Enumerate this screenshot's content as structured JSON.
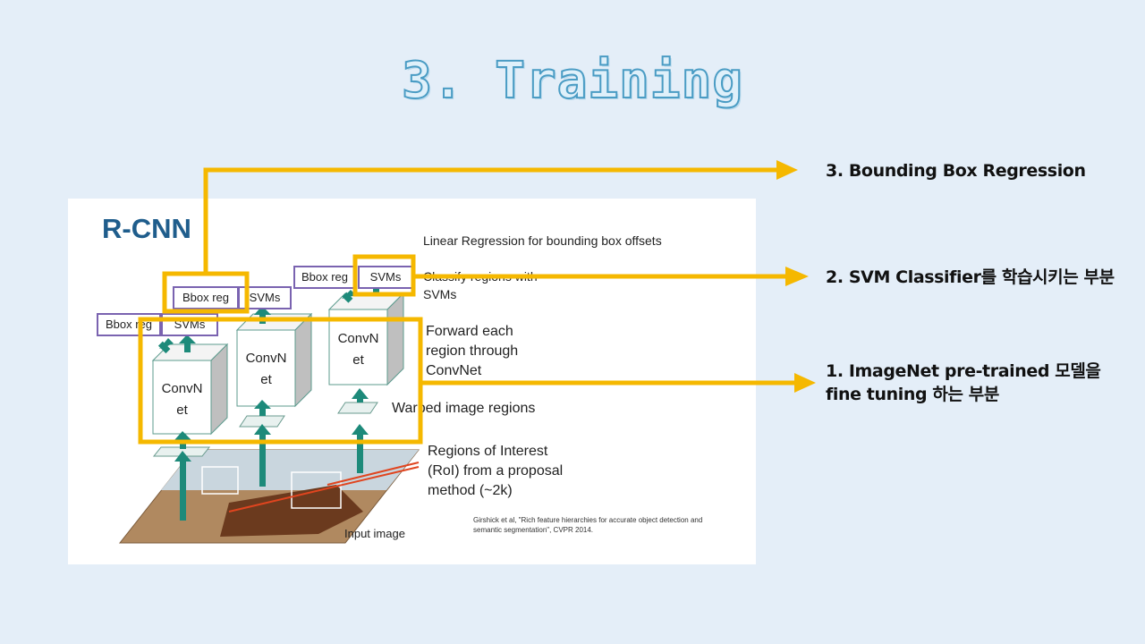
{
  "slide": {
    "title": "3. Training"
  },
  "figure": {
    "title": "R-CNN",
    "linear_regression": "Linear Regression for bounding box offsets",
    "classify_line1": "Classify regions with",
    "classify_line2": "SVMs",
    "forward_line1": "Forward each",
    "forward_line2": "region through",
    "forward_line3": "ConvNet",
    "warped": "Warped image regions",
    "roi_line1": "Regions of Interest",
    "roi_line2": "(RoI) from a proposal",
    "roi_line3": "method (~2k)",
    "input_image": "Input image",
    "citation_line1": "Girshick et al, \"Rich feature hierarchies for accurate object detection and",
    "citation_line2": "semantic segmentation\", CVPR 2014.",
    "bbox_reg": "Bbox reg",
    "svms": "SVMs",
    "convnet_line1": "ConvN",
    "convnet_line2": "et"
  },
  "callouts": {
    "bbox": "3. Bounding Box Regression",
    "svm": "2. SVM Classifier를 학습시키는 부분",
    "finetune_line1": "1. ImageNet pre-trained 모델을",
    "finetune_line2": "fine tuning 하는 부분"
  },
  "colors": {
    "highlight": "#f5b800",
    "arrow": "#1d8a7a",
    "label_border": "#7a63b0",
    "title_blue": "#1f5d8c"
  }
}
